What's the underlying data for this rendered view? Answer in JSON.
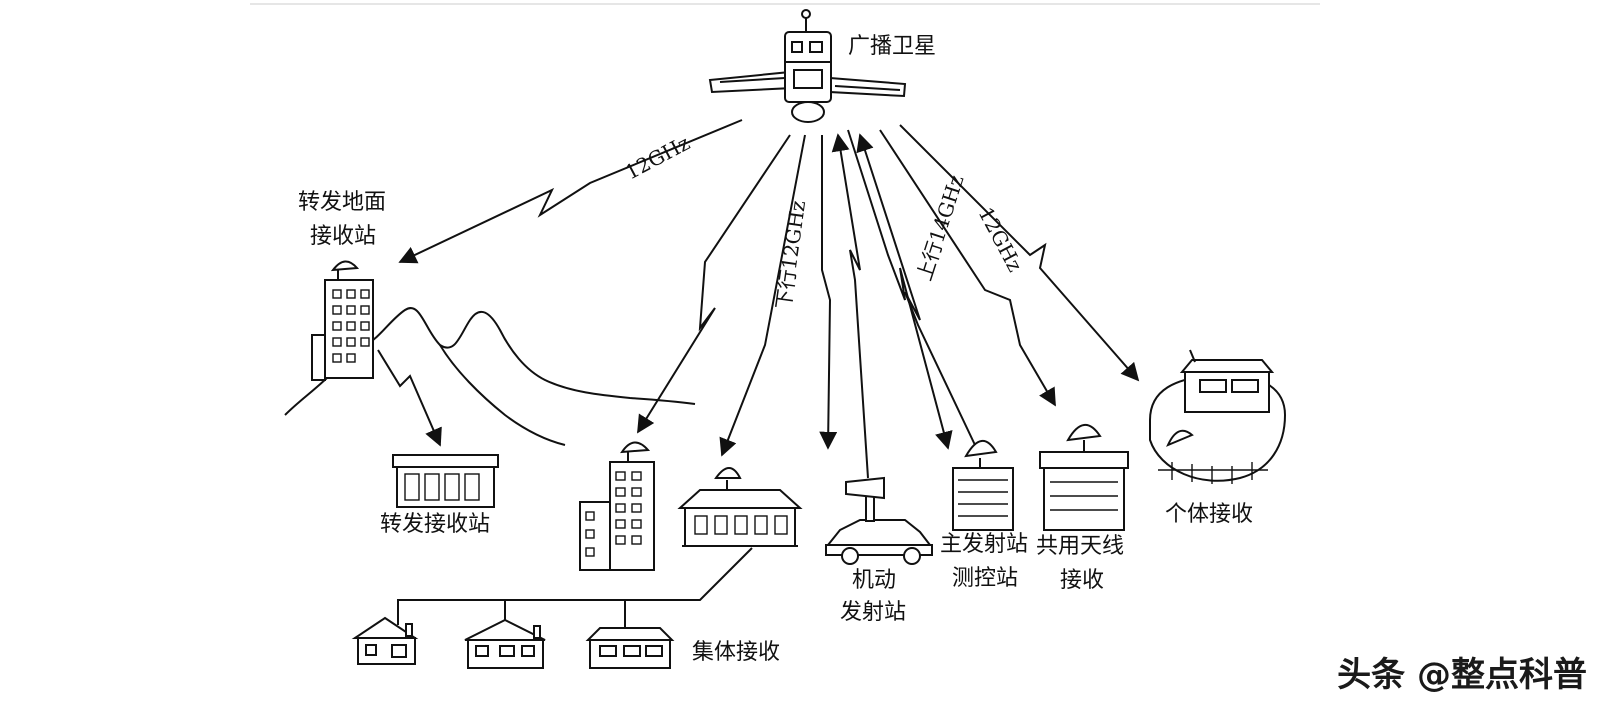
{
  "labels": {
    "satellite": "广播卫星",
    "relay_ground_station_1": "转发地面",
    "relay_ground_station_2": "接收站",
    "relay_receive_station": "转发接收站",
    "collective_receive": "集体接收",
    "mobile_tx_1": "机动",
    "mobile_tx_2": "发射站",
    "main_tx_1": "主发射站",
    "main_tx_2": "测控站",
    "shared_antenna_1": "共用天线",
    "shared_antenna_2": "接收",
    "individual_receive": "个体接收"
  },
  "links": {
    "relay_link": "12GHz",
    "downlink": "下行12GHz",
    "uplink": "上行14GHz",
    "individual_link": "12GHz"
  },
  "watermark": "头条 @整点科普"
}
